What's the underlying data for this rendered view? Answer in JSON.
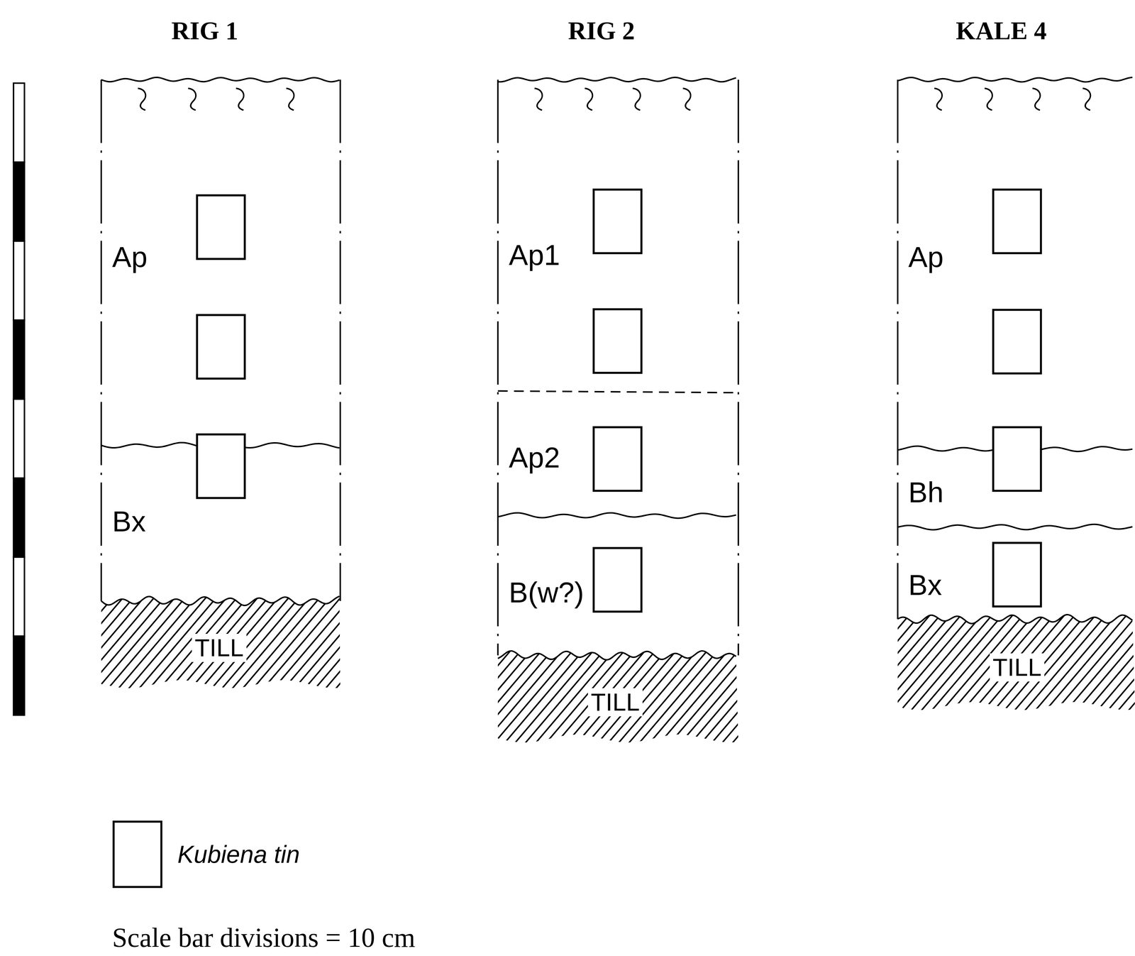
{
  "diagram": {
    "nodes": [
      {
        "text": [
          "RIG 1"
        ]
      },
      {
        "text": [
          "Ap"
        ],
        "in": 0
      },
      {
        "text": [
          "Bx"
        ],
        "in": 0
      },
      {
        "text": [
          "TILL"
        ],
        "in": 0
      },
      {
        "text": [
          "RIG 2"
        ]
      },
      {
        "text": [
          "Ap1"
        ],
        "in": 4
      },
      {
        "text": [
          "Ap2"
        ],
        "in": 4
      },
      {
        "text": [
          "B(w?)"
        ],
        "in": 4
      },
      {
        "text": [
          "TILL"
        ],
        "in": 4
      },
      {
        "text": [
          "KALE 4"
        ]
      },
      {
        "text": [
          "Ap"
        ],
        "in": 9
      },
      {
        "text": [
          "Bh"
        ],
        "in": 9
      },
      {
        "text": [
          "Bx"
        ],
        "in": 9
      },
      {
        "text": [
          "TILL"
        ],
        "in": 9
      }
    ],
    "labels": [
      "Scale bar divisions = 10 cm"
    ],
    "legend": [
      {
        "text": "Kubiena tin"
      }
    ]
  }
}
